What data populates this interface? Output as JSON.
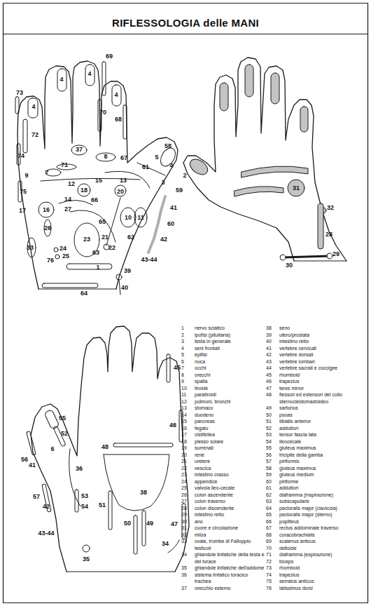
{
  "diagram": {
    "title": "RIFLESSOLOGIA delle MANI",
    "labels": [
      "73",
      "4",
      "72",
      "74",
      "9",
      "75",
      "17",
      "4",
      "4",
      "69",
      "4",
      "70",
      "68",
      "7",
      "71",
      "37",
      "8",
      "67",
      "5",
      "58",
      "4",
      "3",
      "2",
      "61",
      "12",
      "18",
      "15",
      "13",
      "20",
      "14",
      "27",
      "66",
      "16",
      "26",
      "65",
      "10",
      "11",
      "59",
      "41",
      "60",
      "42",
      "21",
      "62",
      "23",
      "33",
      "24",
      "25",
      "76",
      "22",
      "63",
      "43-44",
      "1",
      "39",
      "64",
      "40",
      "31",
      "32",
      "28",
      "30",
      "29",
      "45",
      "55",
      "52",
      "56",
      "6",
      "41",
      "36",
      "46",
      "48",
      "38",
      "57",
      "42",
      "53",
      "54",
      "51",
      "50",
      "49",
      "47",
      "43-44",
      "34",
      "35",
      "1",
      "nervo sciatico",
      "2",
      "ipofisi (pituitaria)",
      "3",
      "testa in generale",
      "4",
      "seni frontali",
      "5",
      "epifisi",
      "6",
      "nuca",
      "7",
      "occhi",
      "8",
      "orecchi",
      "9",
      "spalla",
      "10",
      "tiroide",
      "11",
      "paratiroidi",
      "12",
      "polmoni, bronchi",
      "13",
      "stomaco",
      "14",
      "duodeno",
      "15",
      "pancreas",
      "16",
      "fegato",
      "17",
      "cistifellea",
      "18",
      "plesso solare",
      "19",
      "surrenali",
      "20",
      "rene",
      "21",
      "uretere",
      "22",
      "vescica",
      "23",
      "intestino crasso",
      "24",
      "appendice",
      "25",
      "valvola ileo-cecale",
      "26",
      "colon ascendente",
      "27",
      "colon traverso",
      "28",
      "colon discendente",
      "29",
      "intestino retto",
      "30",
      "ano",
      "31",
      "cuore e circolazione",
      "32",
      "milza",
      "33",
      "ovaie, trombe di Falloppio testicoli",
      "34",
      "ghiandole linfatiche della testa e del torace",
      "35",
      "ghiandole linfatiche dell'addome",
      "36",
      "sistema linfatico toracico trachea",
      "37",
      "orecchio esterno",
      "38",
      "seno",
      "39",
      "utero/prostata",
      "40",
      "intestino retto",
      "41",
      "vertebre cervicali",
      "42",
      "vertebre dorsali",
      "43",
      "vertebre lombari",
      "44",
      "vertebre sacrali e coccigee",
      "45",
      "rhomboid",
      "46",
      "trapezius",
      "47",
      "teres minor",
      "48",
      "flessori ed estensori del collo sternocleidomastoideo",
      "49",
      "sartorius",
      "50",
      "psoas",
      "51",
      "tibialis anterior",
      "52",
      "adduttori",
      "53",
      "tensor fascia lata",
      "54",
      "ileocecale",
      "55",
      "gluteus maximus",
      "56",
      "tricipite della gamba",
      "57",
      "piriformis",
      "58",
      "gluteus maximus",
      "59",
      "gluteus medium",
      "60",
      "piriforme",
      "61",
      "adduttori",
      "62",
      "diaframma (inspirazione)",
      "63",
      "subscapularis",
      "64",
      "pectoralis major (clavicola)",
      "65",
      "pectoralis major (sterno)",
      "66",
      "popliteus",
      "67",
      "rectus addominale traverso",
      "68",
      "coracobrachialis",
      "69",
      "scalenus anticus",
      "70",
      "deltoide",
      "71",
      "diaframma (espirazione)",
      "72",
      "biceps",
      "73",
      "rhomboid",
      "74",
      "trapezius",
      "75",
      "serratus anticus",
      "76",
      "latissimus dorsi"
    ]
  }
}
